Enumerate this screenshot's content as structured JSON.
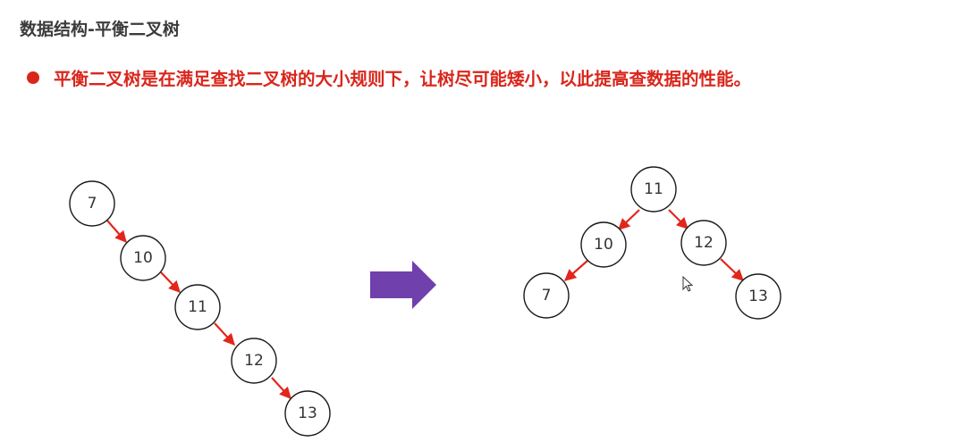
{
  "header": {
    "title": "数据结构-平衡二叉树"
  },
  "bullet": {
    "text": "平衡二叉树是在满足查找二叉树的大小规则下，让树尽可能矮小，以此提高查数据的性能。"
  },
  "colors": {
    "accent": "#d9261c",
    "edge": "#e2261c",
    "arrow": "#7040ac",
    "node_border": "#1a1a1a"
  },
  "before_tree": {
    "nodes": [
      "7",
      "10",
      "11",
      "12",
      "13"
    ]
  },
  "after_tree": {
    "root": "11",
    "nodes": [
      "11",
      "10",
      "12",
      "7",
      "13"
    ]
  }
}
